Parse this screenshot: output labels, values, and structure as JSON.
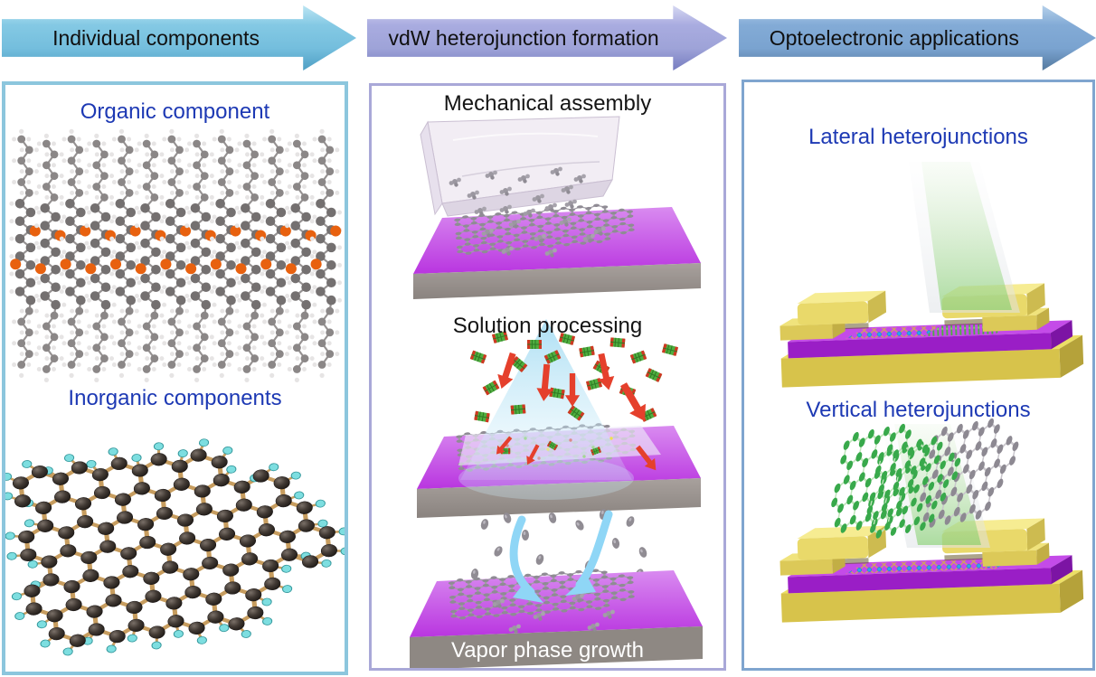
{
  "header": {
    "steps": [
      {
        "label": "Individual components"
      },
      {
        "label": "vdW heterojunction formation"
      },
      {
        "label": "Optoelectronic applications"
      }
    ]
  },
  "panels": {
    "components": {
      "organic_title": "Organic component",
      "inorganic_title": "Inorganic components"
    },
    "formation": {
      "mechanical_title": "Mechanical assembly",
      "solution_title": "Solution processing",
      "vapor_title": "Vapor phase growth"
    },
    "applications": {
      "lateral_title": "Lateral heterojunctions",
      "vertical_title": "Vertical heterojunctions"
    }
  },
  "colors": {
    "step1_arrow": "#7cc5e2",
    "step2_arrow": "#a6aade",
    "step3_arrow": "#7fa9d4",
    "panel1_border": "#8cc6dd",
    "panel2_border": "#a9a8d8",
    "panel3_border": "#7fa5cf",
    "title_blue": "#1d39b4",
    "substrate_purple": "#bb3ce4",
    "substrate_gray": "#9a938f",
    "gold_electrode": "#e9d95e",
    "carbon_dark": "#2a2421",
    "hydrogen_cyan": "#7ddee0",
    "sulfur_orange": "#e8610f",
    "solution_molecule_green": "#4fae3f",
    "solution_molecule_red": "#cf3822",
    "channel_blue": "#2ba6ea",
    "channel_green": "#49b23c"
  }
}
